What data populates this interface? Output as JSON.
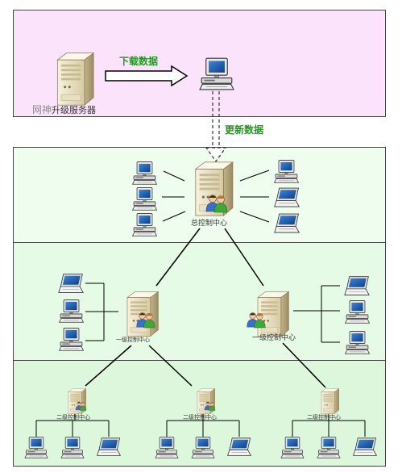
{
  "colors": {
    "update_panel": "#fbe4fb",
    "top_panel": "#eefdee",
    "mid_panel": "#e6fbe6",
    "bottom_panel": "#dcf7dc",
    "arrow_label": "#1e9a1e",
    "connector": "#000000"
  },
  "update_server": {
    "label_prefix": "网神",
    "label_rest": "升级服务器",
    "icon": "server-icon"
  },
  "download_arrow": {
    "label": "下载数据"
  },
  "update_arrow": {
    "label": "更新数据"
  },
  "main_center": {
    "label": "总控制中心",
    "icon": "server-with-users-icon"
  },
  "level1_centers": [
    {
      "label": "一级控制中心",
      "icon": "server-with-users-icon"
    },
    {
      "label": "一级控制中心",
      "icon": "server-with-users-icon"
    }
  ],
  "level2_centers": [
    {
      "label": "二级控制中心",
      "icon": "server-with-users-icon"
    },
    {
      "label": "二级控制中心",
      "icon": "server-with-users-icon"
    },
    {
      "label": "二级控制中心",
      "icon": "server-with-users-icon"
    }
  ],
  "client_icons": [
    "desktop-computer-icon",
    "laptop-icon"
  ]
}
